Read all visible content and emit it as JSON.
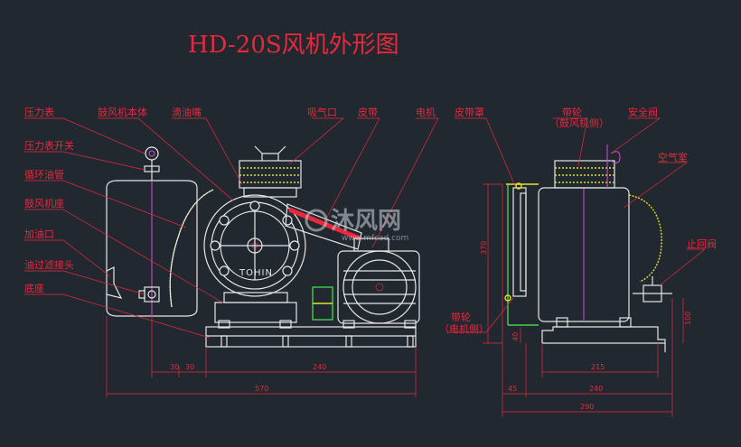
{
  "title": "HD-20S风机外形图",
  "labels": {
    "pressure_gauge": "压力表",
    "blower_body": "鼓风机本体",
    "oil_nozzle": "滴油嘴",
    "air_intake": "吸气口",
    "belt": "皮带",
    "motor": "电机",
    "belt_cover": "皮带罩",
    "pulley_blower_1": "带轮",
    "pulley_blower_2": "（鼓风机侧）",
    "safety_valve": "安全阀",
    "air_chamber": "空气室",
    "gauge_switch": "压力表开关",
    "oil_pipe": "循环油管",
    "blower_seat": "鼓风机座",
    "oil_filler": "加油口",
    "oil_filter": "油过滤接头",
    "base": "底座",
    "check_valve": "止回阀",
    "pulley_motor_1": "带轮",
    "pulley_motor_2": "（电机侧）",
    "nameplate": "TOHIN"
  },
  "dimensions": {
    "d30a": "30",
    "d30b": "30",
    "d240_front": "240",
    "d570": "570",
    "d370": "370",
    "d45": "45",
    "d240_side": "240",
    "d215": "215",
    "d290": "290",
    "d100": "100",
    "d40": "40"
  },
  "watermark": {
    "brand": "沐风网",
    "url": "www.mfcad.com"
  },
  "colors": {
    "background": "#212830",
    "annotation_red": "#e8283c",
    "outline_white": "#e6e6e6",
    "accent_magenta": "#d24fd8",
    "accent_green": "#3fd24a",
    "accent_yellow": "#e5e22c"
  }
}
